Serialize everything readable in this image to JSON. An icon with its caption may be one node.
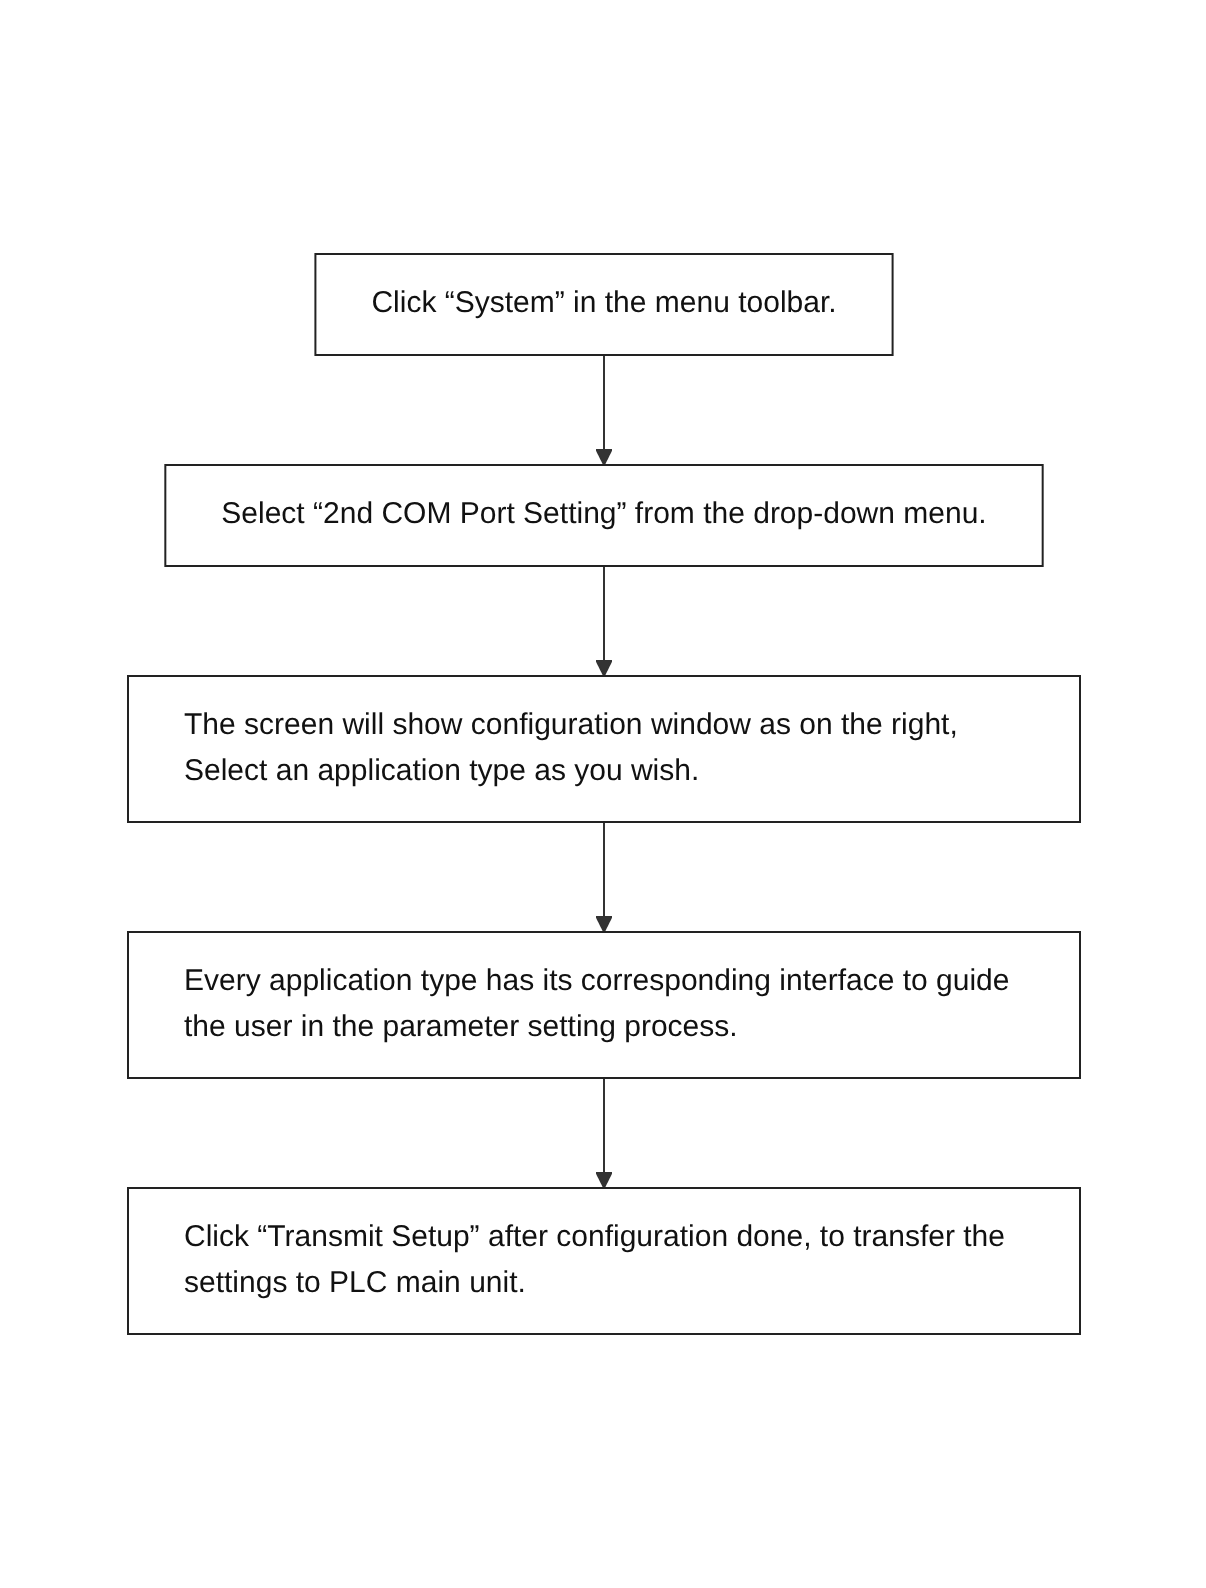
{
  "diagram": {
    "nodes": [
      {
        "text": [
          "Click “System” in the menu toolbar."
        ]
      },
      {
        "text": [
          "Select “2nd COM Port Setting” from the drop-down menu."
        ]
      },
      {
        "text": [
          "The screen will show configuration window as on the right, Select an application type as you wish."
        ]
      },
      {
        "text": [
          "Every application type has its corresponding interface to guide the user in the parameter setting process."
        ]
      },
      {
        "text": [
          "Click “Transmit Setup” after configuration done, to transfer the settings to PLC main unit."
        ]
      }
    ],
    "edges": [
      {
        "from": 0,
        "to": 1,
        "arrow": "to"
      },
      {
        "from": 1,
        "to": 2,
        "arrow": "to"
      },
      {
        "from": 2,
        "to": 3,
        "arrow": "to"
      },
      {
        "from": 3,
        "to": 4,
        "arrow": "to"
      }
    ]
  }
}
